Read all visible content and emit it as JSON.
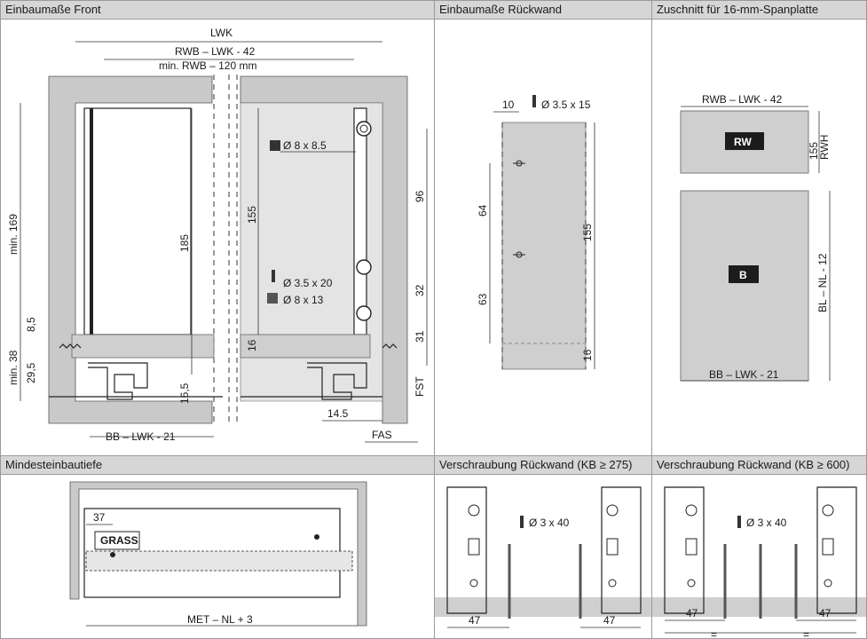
{
  "panels": {
    "front": {
      "title": "Einbaumaße Front",
      "labels": {
        "lwk": "LWK",
        "rwb_lwk": "RWB – LWK - 42",
        "min_rwb": "min. RWB – 120 mm",
        "min169": "min. 169",
        "d185": "185",
        "d155": "155",
        "d96": "96",
        "d32": "32",
        "d31": "31",
        "d16a": "16",
        "d16_5": "16,5",
        "d8_5": "8,5",
        "min38": "min. 38",
        "d29_5": "29,5",
        "fst": "FST",
        "d14_5": "14.5",
        "fas": "FAS",
        "bb_lwk": "BB – LWK - 21",
        "dowel1": "Ø 8 x 8.5",
        "screw1": "Ø 3.5 x 20",
        "dowel2": "Ø 8 x 13"
      }
    },
    "rear": {
      "title": "Einbaumaße Rückwand",
      "labels": {
        "d10": "10",
        "screw": "Ø 3.5 x 15",
        "d64": "64",
        "d63": "63",
        "d155": "155",
        "d16": "16"
      }
    },
    "cut": {
      "title": "Zuschnitt für 16-mm-Spanplatte",
      "labels": {
        "rwb_lwk": "RWB – LWK - 42",
        "rw": "RW",
        "d155": "155",
        "rwh": "RWH",
        "b": "B",
        "bl_nl": "BL – NL - 12",
        "bb_lwk": "BB – LWK - 21"
      }
    },
    "depth": {
      "title": "Mindesteinbautiefe",
      "labels": {
        "d37": "37",
        "brand": "GRASS",
        "met": "MET – NL + 3"
      }
    },
    "screw275": {
      "title": "Verschraubung Rückwand (KB ≥ 275)",
      "labels": {
        "screw": "Ø 3 x 40",
        "left47": "47",
        "right47": "47"
      }
    },
    "screw600": {
      "title": "Verschraubung Rückwand (KB ≥ 600)",
      "labels": {
        "screw": "Ø 3 x 40",
        "left47": "47",
        "right47": "47",
        "eq1": "=",
        "eq2": "="
      }
    }
  }
}
